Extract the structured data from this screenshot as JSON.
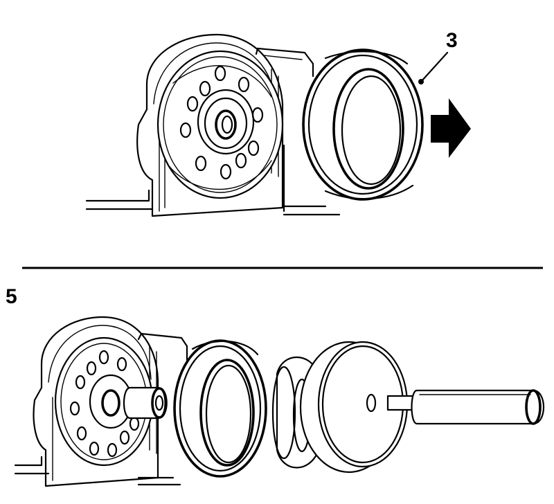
{
  "figure": {
    "top_panel": {
      "callout_number": "3",
      "arrow": "removal-direction-arrow"
    },
    "bottom_panel": {
      "step_number": "5"
    },
    "colors": {
      "ink": "#000000",
      "paper": "#ffffff"
    }
  }
}
